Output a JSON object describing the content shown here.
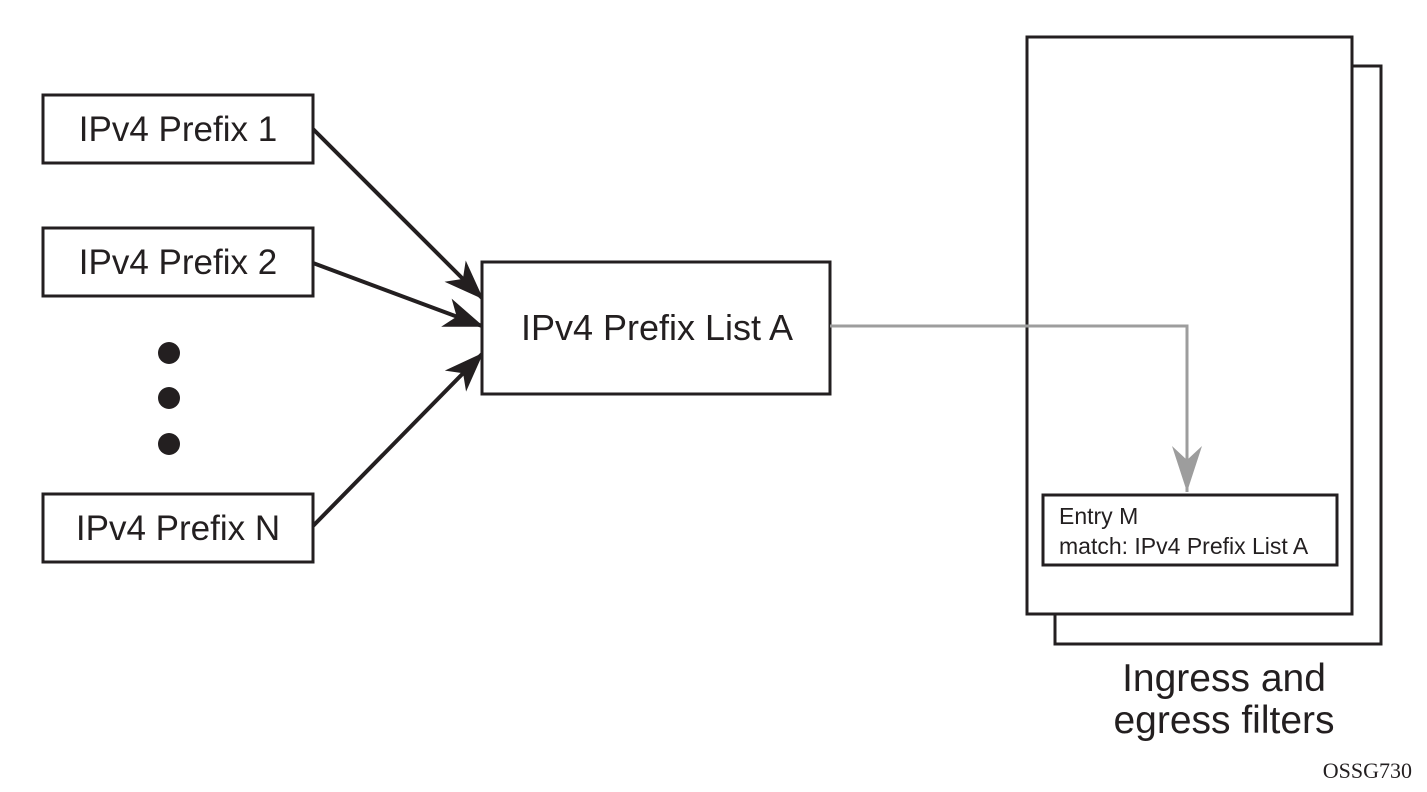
{
  "prefixes": {
    "items": [
      {
        "label": "IPv4 Prefix 1"
      },
      {
        "label": "IPv4 Prefix 2"
      },
      {
        "label": "IPv4 Prefix N"
      }
    ]
  },
  "prefix_list": {
    "label": "IPv4 Prefix List A"
  },
  "filter_entry": {
    "line1": "Entry M",
    "line2": "match: IPv4 Prefix List A"
  },
  "filters_caption": {
    "line1": "Ingress and",
    "line2": "egress filters"
  },
  "figure_id": "OSSG730",
  "colors": {
    "stroke": "#231f20",
    "connector_gray": "#9d9d9d"
  }
}
